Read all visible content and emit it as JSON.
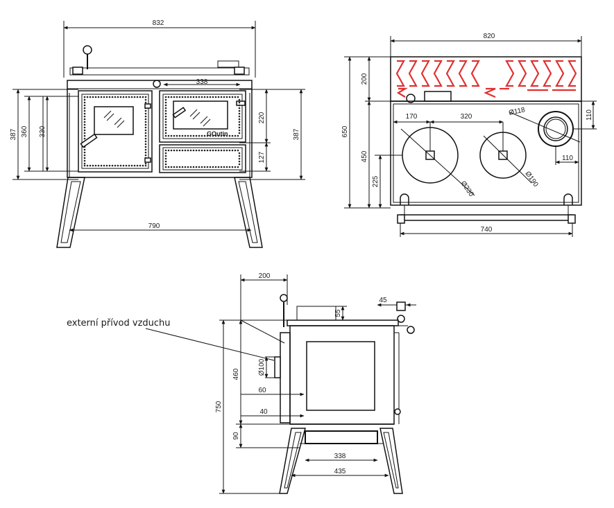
{
  "front_view": {
    "width_top": "832",
    "door_width": "338",
    "height_outer_left": "387",
    "height_mid": "360",
    "height_inner": "330",
    "oven_height": "220",
    "drawer_height": "127",
    "height_right": "387",
    "leg_span": "790",
    "logo_text": "GOutin"
  },
  "top_view": {
    "width_top": "820",
    "depth_total": "650",
    "rear_depth": "200",
    "front_depth": "450",
    "ring_offset_left": "170",
    "ring_spacing": "320",
    "flue_diameter": "Ø118",
    "flue_offset_top": "110",
    "flue_offset_right": "110",
    "ring_height": "225",
    "ring_left_diameter": "Ø230",
    "ring_right_diameter": "Ø190",
    "rail_width": "740"
  },
  "side_view": {
    "back_offset": "200",
    "flue_height": "55",
    "knob_offset": "45",
    "air_inlet_label": "externí přívod vzduchu",
    "air_inlet_diameter": "Ø100",
    "body_height": "460",
    "total_height": "750",
    "inlet_height": "60",
    "inlet_bottom": "40",
    "leg_height": "90",
    "tray_width": "338",
    "leg_span": "435"
  }
}
